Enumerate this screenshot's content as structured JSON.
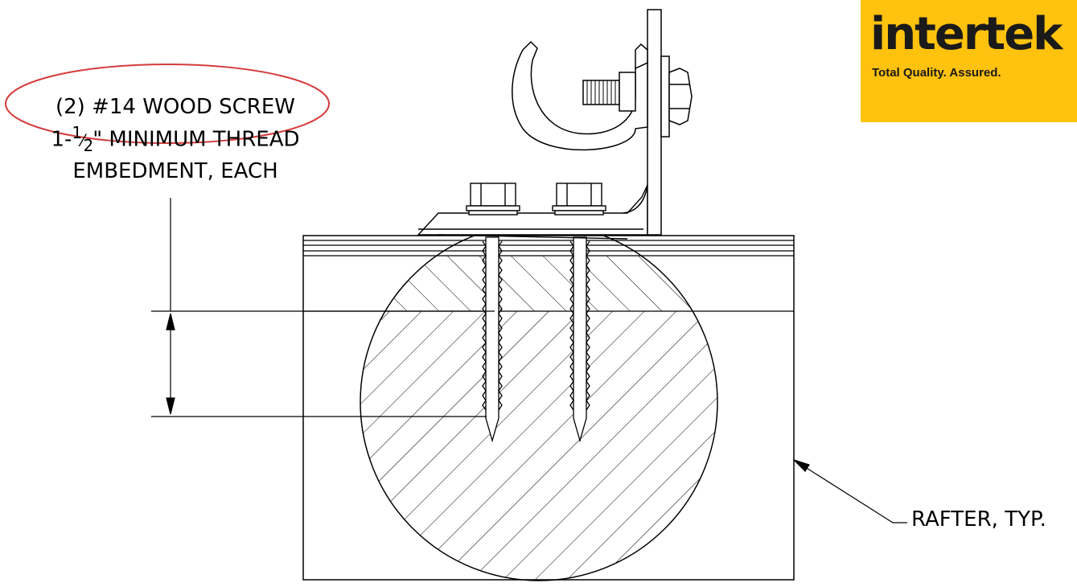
{
  "callouts": {
    "screw_line1": "(2) #14 WOOD SCREW",
    "screw_line2_prefix": "1-",
    "screw_line2_num": "1",
    "screw_line2_slash": "⁄",
    "screw_line2_den": "2",
    "screw_line2_suffix": "\" MINIMUM THREAD",
    "screw_line3": "EMBEDMENT, EACH",
    "rafter": "RAFTER, TYP."
  },
  "logo": {
    "wordmark": "intertek",
    "tagline": "Total Quality. Assured.",
    "color_bg": "#FFC20E",
    "color_text": "#1a1a1a"
  },
  "colors": {
    "line": "#000000",
    "highlight_ellipse": "#d63a3a"
  }
}
